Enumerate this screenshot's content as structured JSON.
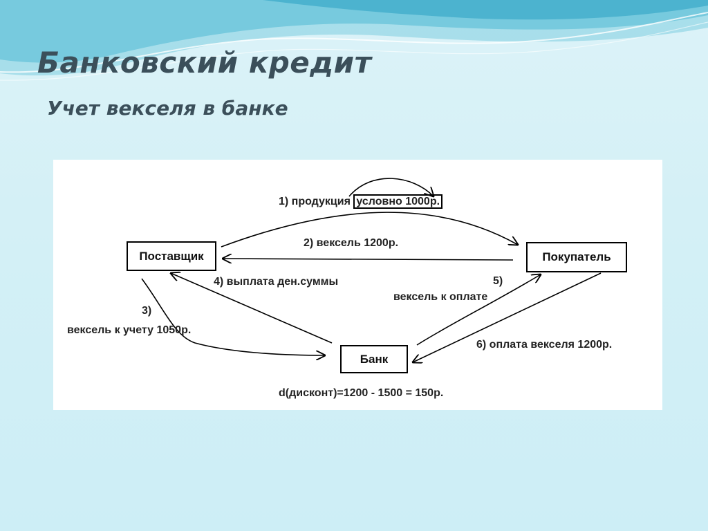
{
  "slide": {
    "title": "Банковский кредит",
    "subtitle": "Учет векселя в банке"
  },
  "diagram": {
    "nodes": {
      "supplier": "Поставщик",
      "buyer": "Покупатель",
      "bank": "Банк"
    },
    "edges": {
      "e1_prefix": "1)  продукция",
      "e1_boxed": "условно 1000р.",
      "e2": "2)  вексель 1200р.",
      "e3_num": "3)",
      "e3_text": "вексель к учету 1050р.",
      "e4": "4) выплата ден.суммы",
      "e5_num": "5)",
      "e5_text": "вексель к оплате",
      "e6": "6) оплата векселя 1200р."
    },
    "discount": "d(дисконт)=1200  -  1500  =  150р."
  }
}
